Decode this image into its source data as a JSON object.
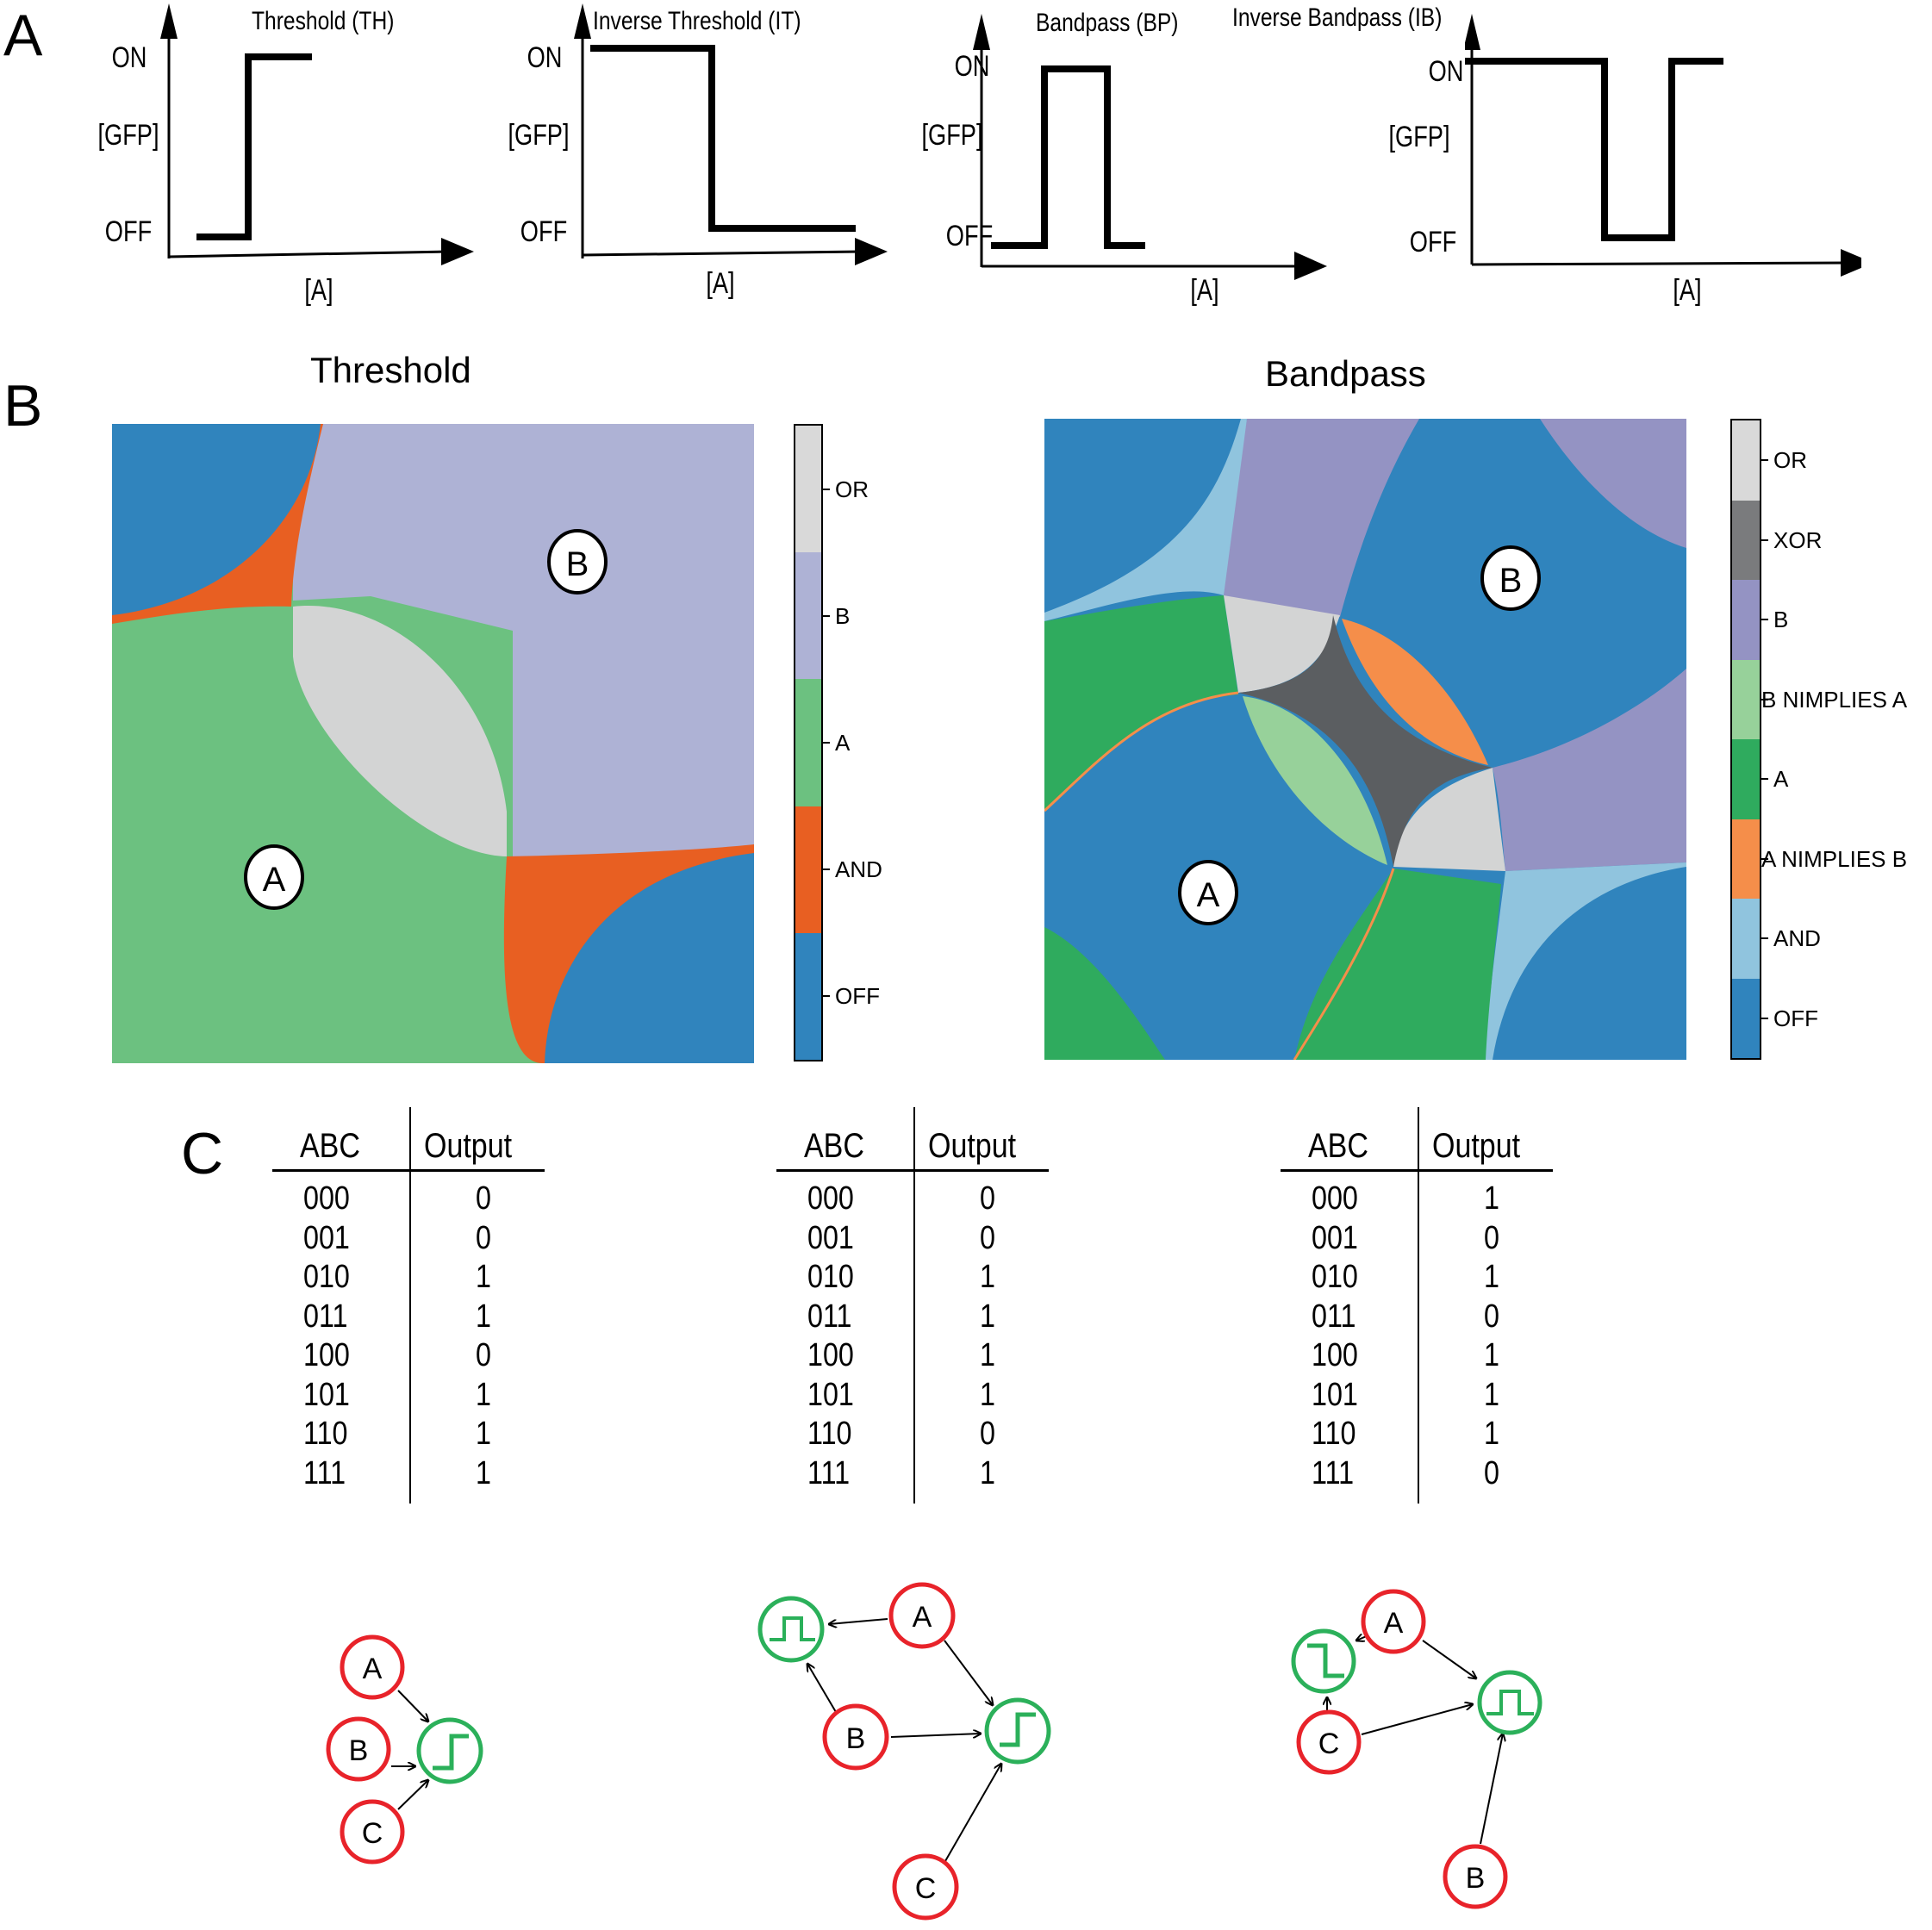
{
  "panels": {
    "a": "A",
    "b": "B",
    "c": "C"
  },
  "response_curves": [
    {
      "title": "Threshold (TH)",
      "y_on": "ON",
      "y_mid": "[GFP]",
      "y_off": "OFF",
      "xlabel": "[A]",
      "shape": "threshold",
      "levels": [
        "OFF",
        "ON"
      ]
    },
    {
      "title": "Inverse Threshold (IT)",
      "y_on": "ON",
      "y_mid": "[GFP]",
      "y_off": "OFF",
      "xlabel": "[A]",
      "shape": "inverse-threshold",
      "levels": [
        "ON",
        "OFF"
      ]
    },
    {
      "title": "Bandpass (BP)",
      "y_on": "ON",
      "y_mid": "[GFP]",
      "y_off": "OFF",
      "xlabel": "[A]",
      "shape": "bandpass",
      "levels": [
        "OFF",
        "ON",
        "OFF"
      ]
    },
    {
      "title": "Inverse Bandpass (IB)",
      "y_on": "ON",
      "y_mid": "[GFP]",
      "y_off": "OFF",
      "xlabel": "[A]",
      "shape": "inverse-bandpass",
      "levels": [
        "ON",
        "OFF",
        "ON"
      ]
    }
  ],
  "maps": [
    {
      "title": "Threshold",
      "markers": [
        "A",
        "B"
      ],
      "colorbar": [
        {
          "label": "OR",
          "color": "#d9d9d9"
        },
        {
          "label": "B",
          "color": "#aeb2d5"
        },
        {
          "label": "A",
          "color": "#6cc180"
        },
        {
          "label": "AND",
          "color": "#e85f22"
        },
        {
          "label": "OFF",
          "color": "#3084bd"
        }
      ]
    },
    {
      "title": "Bandpass",
      "markers": [
        "A",
        "B"
      ],
      "colorbar": [
        {
          "label": "OR",
          "color": "#d9d9d9"
        },
        {
          "label": "XOR",
          "color": "#7a7b7d"
        },
        {
          "label": "B",
          "color": "#9493c3"
        },
        {
          "label": "B NIMPLIES A",
          "color": "#97d19a"
        },
        {
          "label": "A",
          "color": "#2fab5e"
        },
        {
          "label": "A NIMPLIES B",
          "color": "#f58e4a"
        },
        {
          "label": "AND",
          "color": "#90c4de"
        },
        {
          "label": "OFF",
          "color": "#3084bd"
        }
      ]
    }
  ],
  "truth_tables": [
    {
      "headers": [
        "ABC",
        "Output"
      ],
      "rows": [
        [
          "000",
          "0"
        ],
        [
          "001",
          "0"
        ],
        [
          "010",
          "1"
        ],
        [
          "011",
          "1"
        ],
        [
          "100",
          "0"
        ],
        [
          "101",
          "1"
        ],
        [
          "110",
          "1"
        ],
        [
          "111",
          "1"
        ]
      ]
    },
    {
      "headers": [
        "ABC",
        "Output"
      ],
      "rows": [
        [
          "000",
          "0"
        ],
        [
          "001",
          "0"
        ],
        [
          "010",
          "1"
        ],
        [
          "011",
          "1"
        ],
        [
          "100",
          "1"
        ],
        [
          "101",
          "1"
        ],
        [
          "110",
          "0"
        ],
        [
          "111",
          "1"
        ]
      ]
    },
    {
      "headers": [
        "ABC",
        "Output"
      ],
      "rows": [
        [
          "000",
          "1"
        ],
        [
          "001",
          "0"
        ],
        [
          "010",
          "1"
        ],
        [
          "011",
          "0"
        ],
        [
          "100",
          "1"
        ],
        [
          "101",
          "1"
        ],
        [
          "110",
          "1"
        ],
        [
          "111",
          "0"
        ]
      ]
    }
  ],
  "networks": [
    {
      "inputs": [
        "A",
        "B",
        "C"
      ],
      "outputs": [
        "threshold"
      ],
      "edges": [
        [
          "A",
          "threshold"
        ],
        [
          "B",
          "threshold"
        ],
        [
          "C",
          "threshold"
        ]
      ]
    },
    {
      "inputs": [
        "A",
        "B",
        "C"
      ],
      "outputs": [
        "bandpass",
        "threshold"
      ],
      "edges": [
        [
          "A",
          "bandpass"
        ],
        [
          "B",
          "bandpass"
        ],
        [
          "A",
          "threshold"
        ],
        [
          "B",
          "threshold"
        ],
        [
          "C",
          "threshold"
        ]
      ]
    },
    {
      "inputs": [
        "A",
        "C",
        "B"
      ],
      "outputs": [
        "inverse-threshold",
        "bandpass"
      ],
      "edges": [
        [
          "A",
          "inverse-threshold"
        ],
        [
          "C",
          "inverse-threshold"
        ],
        [
          "A",
          "bandpass"
        ],
        [
          "C",
          "bandpass"
        ],
        [
          "B",
          "bandpass"
        ]
      ]
    }
  ],
  "colors": {
    "input_node": "#e8232a",
    "output_node": "#2bb05a",
    "edge": "#000000"
  }
}
